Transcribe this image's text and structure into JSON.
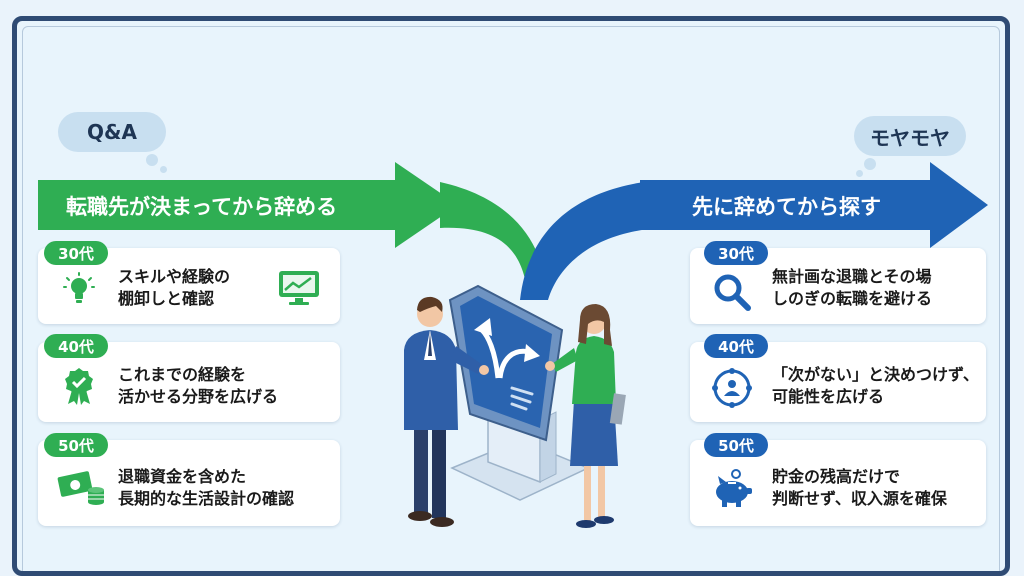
{
  "left": {
    "bubble": "Q&A",
    "banner": "転職先が決まってから辞める",
    "items": [
      {
        "age": "30代",
        "text": "スキルや経験の\n棚卸しと確認",
        "icon": "lightbulb-icon",
        "extra_icon": "chart-monitor-icon"
      },
      {
        "age": "40代",
        "text": "これまでの経験を\n活かせる分野を広げる",
        "icon": "award-badge-icon"
      },
      {
        "age": "50代",
        "text": "退職資金を含めた\n長期的な生活設計の確認",
        "icon": "money-coins-icon"
      }
    ]
  },
  "right": {
    "bubble": "モヤモヤ",
    "banner": "先に辞めてから探す",
    "items": [
      {
        "age": "30代",
        "text": "無計画な退職とその場\nしのぎの転職を避ける",
        "icon": "magnifier-icon"
      },
      {
        "age": "40代",
        "text": "「次がない」と決めつけず、\n可能性を広げる",
        "icon": "network-people-icon"
      },
      {
        "age": "50代",
        "text": "貯金の残高だけで\n判断せず、収入源を確保",
        "icon": "piggy-bank-icon"
      }
    ]
  },
  "colors": {
    "green": "#2fae53",
    "blue": "#1f63b5",
    "frame": "#2f4b74",
    "background": "#e8f4fc"
  }
}
